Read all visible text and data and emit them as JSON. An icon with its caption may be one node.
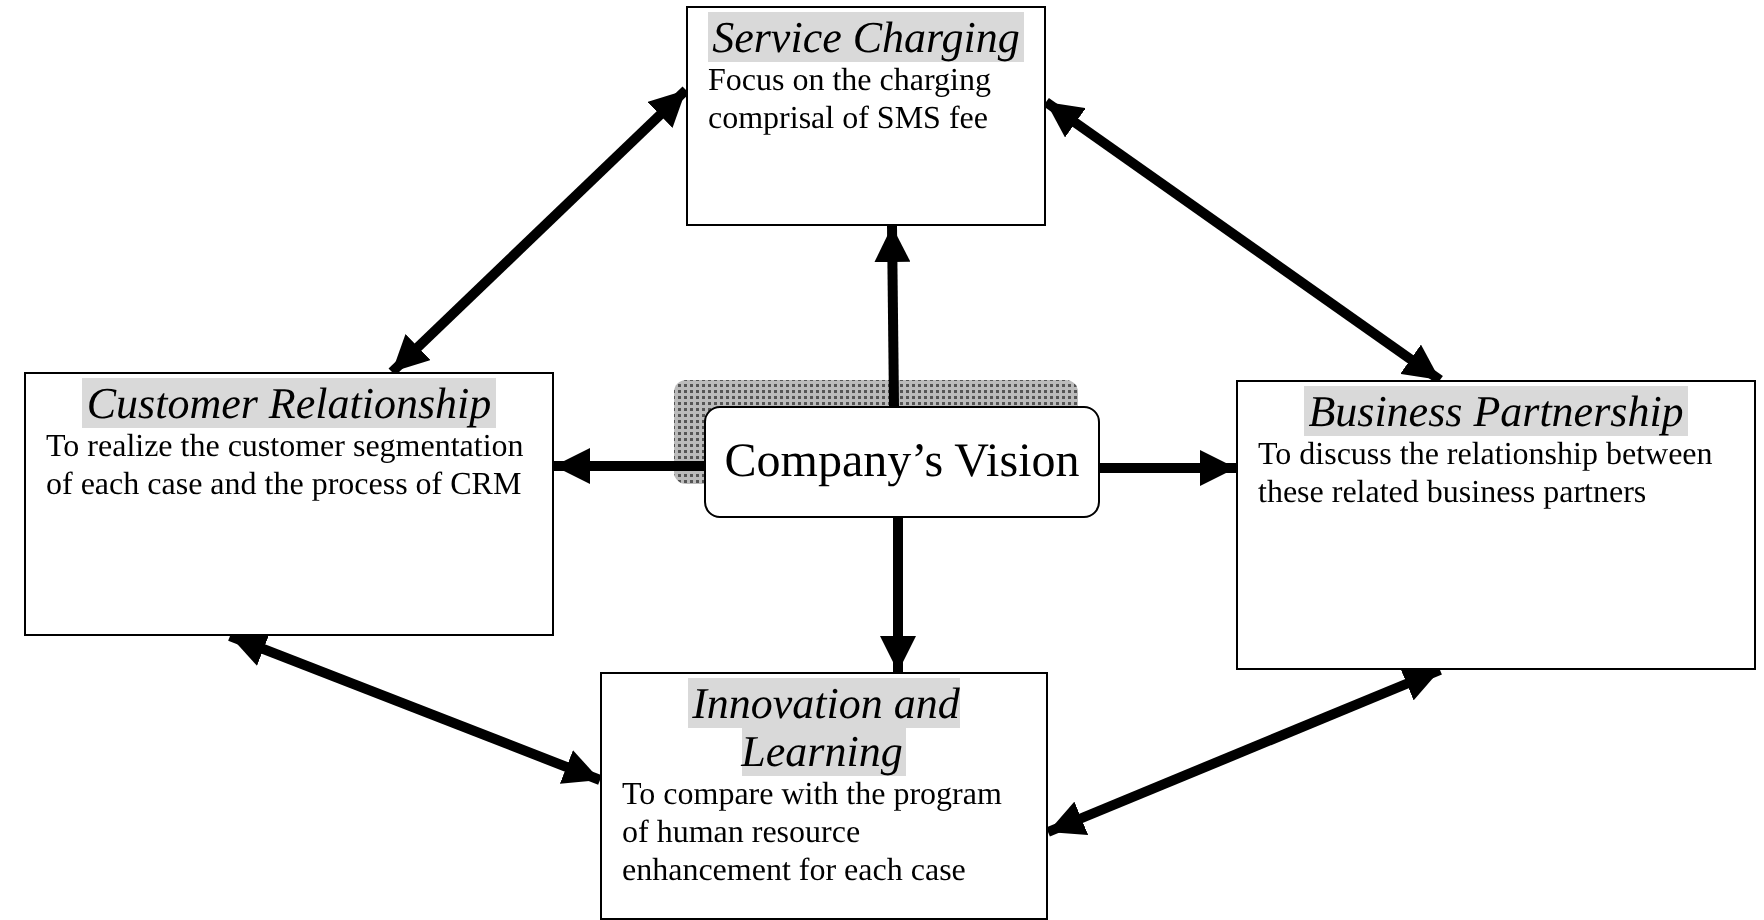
{
  "diagram": {
    "nodes": [
      {
        "text": [
          "Service Charging",
          "Focus on the charging comprisal of SMS fee"
        ]
      },
      {
        "text": [
          "Customer Relationship",
          "To realize the customer segmentation of each case and the process of CRM"
        ]
      },
      {
        "text": [
          "Company’s Vision"
        ]
      },
      {
        "text": [
          "Business Partnership",
          "To discuss the relationship between these related business partners"
        ]
      },
      {
        "text": [
          "Innovation and Learning",
          "To compare with the program of human resource enhancement for each case"
        ]
      }
    ],
    "edges": [
      {
        "from": 2,
        "to": 0,
        "arrow": "to"
      },
      {
        "from": 2,
        "to": 1,
        "arrow": "to"
      },
      {
        "from": 2,
        "to": 3,
        "arrow": "to"
      },
      {
        "from": 2,
        "to": 4,
        "arrow": "to"
      },
      {
        "from": 0,
        "to": 1,
        "arrow": "both"
      },
      {
        "from": 0,
        "to": 3,
        "arrow": "both"
      },
      {
        "from": 1,
        "to": 4,
        "arrow": "both"
      },
      {
        "from": 3,
        "to": 4,
        "arrow": "both"
      }
    ]
  }
}
